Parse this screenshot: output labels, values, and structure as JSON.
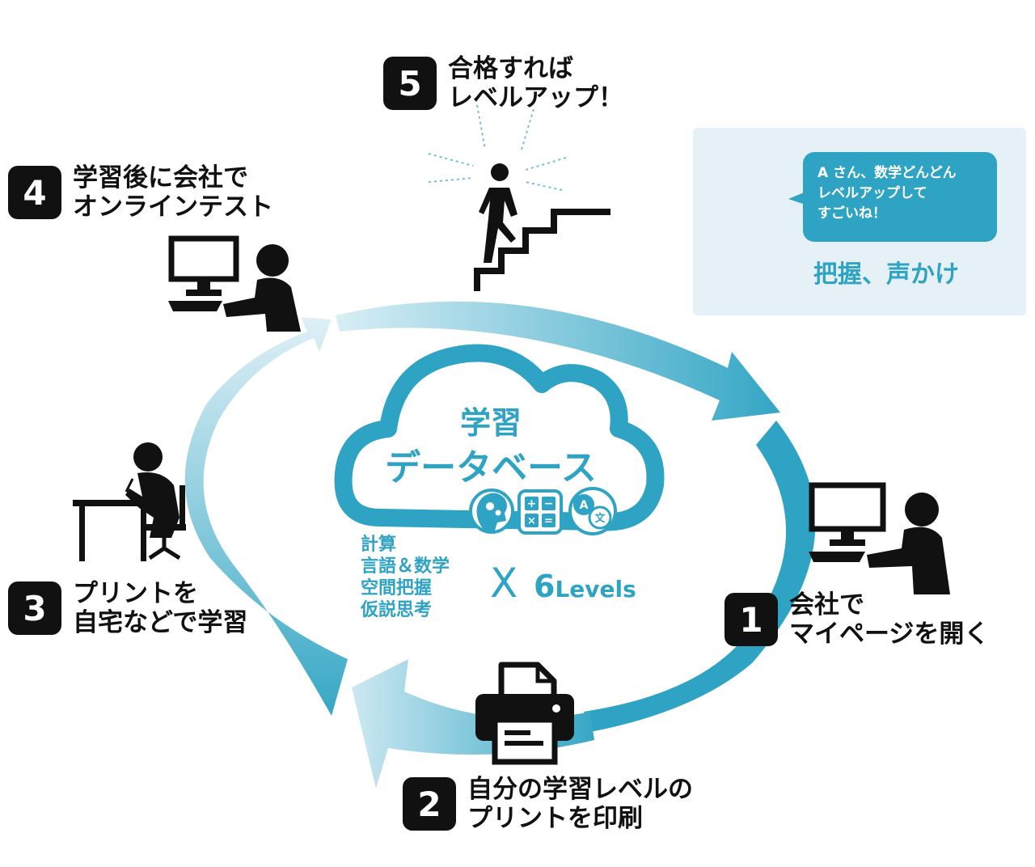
{
  "steps": [
    {
      "number": "1",
      "lines": [
        "会社で",
        "マイページを開く"
      ]
    },
    {
      "number": "2",
      "lines": [
        "自分の学習レベルの",
        "プリントを印刷"
      ]
    },
    {
      "number": "3",
      "lines": [
        "プリントを",
        "自宅などで学習"
      ]
    },
    {
      "number": "4",
      "lines": [
        "学習後に会社で",
        "オンラインテスト"
      ]
    },
    {
      "number": "5",
      "lines": [
        "合格すれば",
        "レベルアップ！"
      ]
    }
  ],
  "center": {
    "title_line1": "学習",
    "title_line2": "データベース",
    "categories": [
      "計算",
      "言語＆数学",
      "空間把握",
      "仮説思考"
    ],
    "times_symbol": "X",
    "levels_number": "6",
    "levels_word": "Levels"
  },
  "manager_panel": {
    "bubble_lines": [
      "A さん、数学どんどん",
      "レベルアップして",
      "すごいね！"
    ],
    "caption": "把握、声かけ"
  },
  "icons": {
    "brain": "brain-gears-icon",
    "calculator": "calculator-icon",
    "translate": "translate-bubbles-icon"
  },
  "colors": {
    "accent": "#2fa3c3",
    "arrow_light": "#d3ebf3",
    "arrow_dark": "#2fa3c3",
    "panel_bg": "#e5f1f6",
    "badge": "#111111"
  }
}
